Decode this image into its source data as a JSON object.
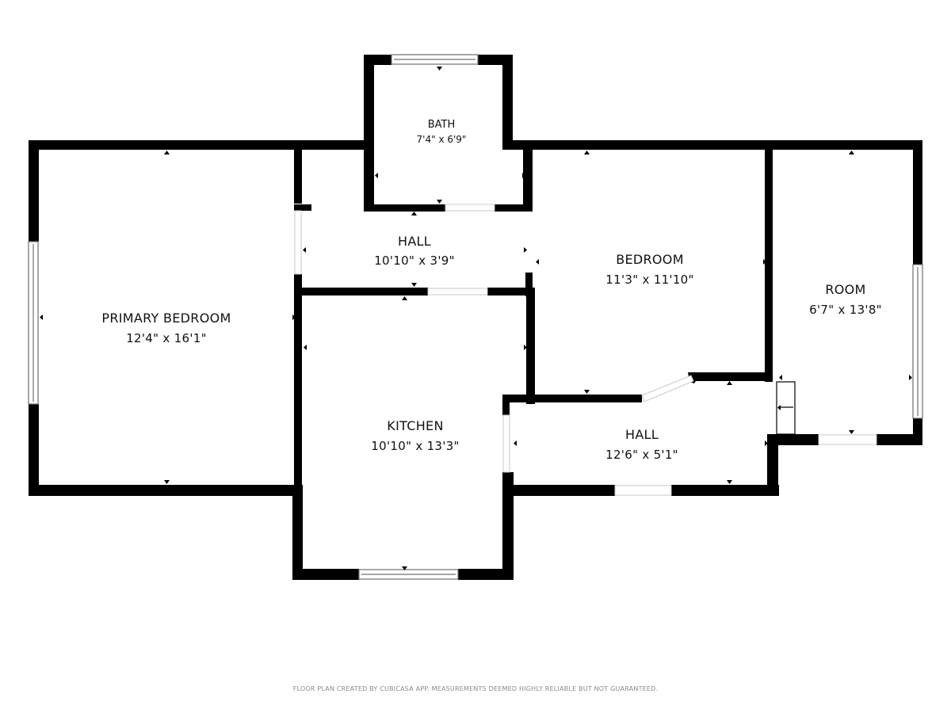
{
  "plan": {
    "colors": {
      "wall": "#000000",
      "window_frame": "#6f6f6f",
      "opening": "#ffffff",
      "footer_text": "#8a8a8a"
    },
    "rooms": {
      "primary_bedroom": {
        "name": "PRIMARY BEDROOM",
        "dimensions": "12'4\" x 16'1\""
      },
      "bath": {
        "name": "BATH",
        "dimensions": "7'4\" x 6'9\""
      },
      "hall_upper": {
        "name": "HALL",
        "dimensions": "10'10\" x 3'9\""
      },
      "bedroom": {
        "name": "BEDROOM",
        "dimensions": "11'3\" x 11'10\""
      },
      "room": {
        "name": "ROOM",
        "dimensions": "6'7\" x 13'8\""
      },
      "kitchen": {
        "name": "KITCHEN",
        "dimensions": "10'10\" x 13'3\""
      },
      "hall_lower": {
        "name": "HALL",
        "dimensions": "12'6\" x 5'1\""
      }
    },
    "footer": "FLOOR PLAN CREATED BY CUBICASA APP. MEASUREMENTS DEEMED HIGHLY RELIABLE BUT NOT GUARANTEED."
  }
}
